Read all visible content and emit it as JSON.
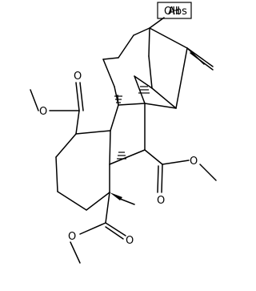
{
  "molecule": {
    "atom_labels": {
      "oh_main": "OH",
      "o_ester_top_carbonyl": "O",
      "o_ester_top_single": "O",
      "o_ester_right_carbonyl": "O",
      "o_ester_right_single": "O",
      "o_ester_bottom_carbonyl": "O",
      "o_ester_bottom_single": "O",
      "abs_tag": "Abs"
    },
    "abs_badge_border": "#000000"
  }
}
